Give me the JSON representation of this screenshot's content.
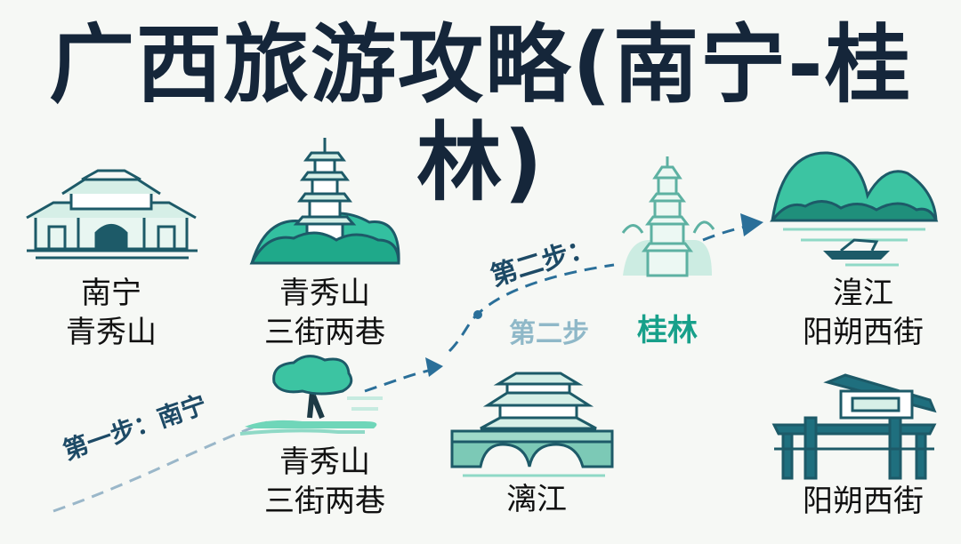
{
  "title": "广西旅游攻略(南宁-桂林)",
  "labels": {
    "nanning_a": "南宁",
    "nanning_b": "青秀山",
    "qingxiu_top_a": "青秀山",
    "qingxiu_top_b": "三街两巷",
    "qingxiu_bottom_a": "青秀山",
    "qingxiu_bottom_b": "三街两巷",
    "lijiang": "漓江",
    "guilin": "桂林",
    "huangjiang_a": "湟江",
    "huangjiang_b": "阳朔西街",
    "yangshuo": "阳朔西街"
  },
  "steps": {
    "step1": "第一步：南宁",
    "step2_upper": "第二步：",
    "step2_faint": "第二步"
  },
  "colors": {
    "title": "#15263a",
    "dark_teal": "#1d5a68",
    "teal": "#2fb89a",
    "light_teal": "#8fd9c6",
    "route": "#2a6f99"
  }
}
